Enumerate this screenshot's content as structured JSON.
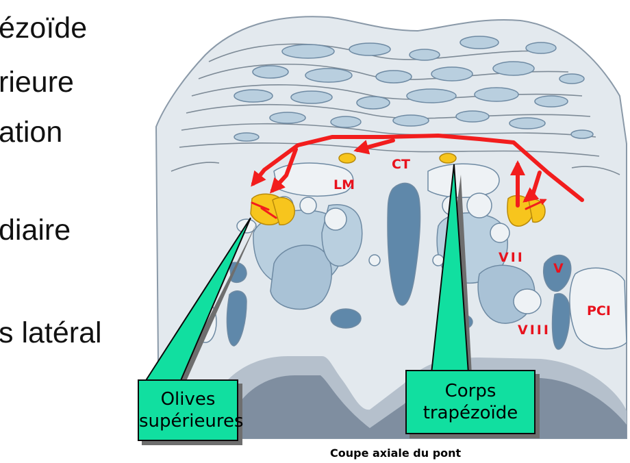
{
  "slide_text": {
    "line1": "ézoïde",
    "line2": "rieure",
    "line3": "ation",
    "line4": "diaire",
    "line5": "s latéral"
  },
  "labels": {
    "ct": "CT",
    "lm": "LM",
    "vii": "VII",
    "v": "V",
    "pci": "PCI",
    "viii": "VIII"
  },
  "callouts": {
    "olives_line1": "Olives",
    "olives_line2": "supérieures",
    "corps_line1": "Corps",
    "corps_line2": "trapézoïde"
  },
  "caption": "Coupe axiale du pont",
  "colors": {
    "pathway": "#f21d1d",
    "nucleus": "#f7c51d",
    "callout_fill": "#11dfa0",
    "tissue": "#e2e8ed",
    "structure": "#a9c2d6",
    "dark_structure": "#5f88aa"
  }
}
